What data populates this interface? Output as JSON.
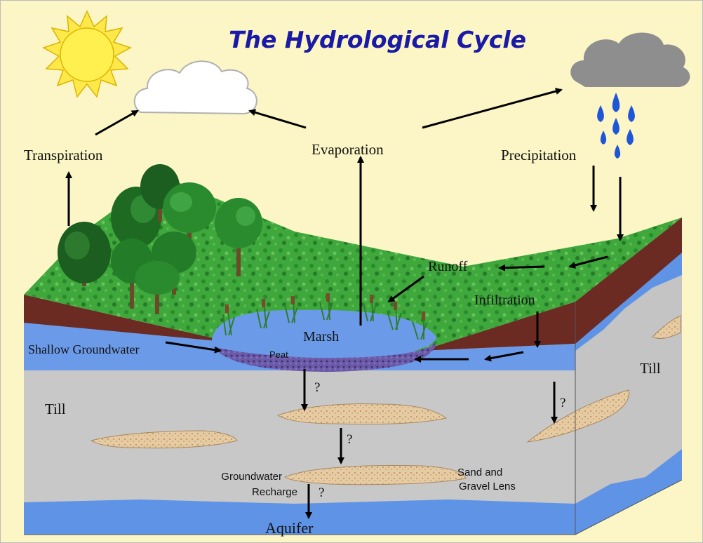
{
  "title": "The Hydrological Cycle",
  "labels": {
    "transpiration": "Transpiration",
    "evaporation": "Evaporation",
    "precipitation": "Precipitation",
    "runoff": "Runoff",
    "infiltration": "Infiltration",
    "marsh": "Marsh",
    "peat": "Peat",
    "shallow_groundwater": "Shallow Groundwater",
    "till_left": "Till",
    "till_right": "Till",
    "groundwater_recharge_line1": "Groundwater",
    "groundwater_recharge_line2": "Recharge",
    "sand_gravel_line1": "Sand and",
    "sand_gravel_line2": "Gravel Lens",
    "aquifer": "Aquifer",
    "question_mark": "?"
  },
  "colors": {
    "background": "#fcf6c6",
    "title": "#1a1aa6",
    "grass": "#3aa83a",
    "soil": "#6b2a22",
    "water": "#5f93e6",
    "till": "#c8c8c8",
    "sand": "#e3c79b",
    "peat": "#5a4a9a",
    "rain": "#1f56d8",
    "sun": "#ffe84a",
    "cloud_gray": "#8e8e8e"
  },
  "icons": [
    "sun-icon",
    "white-cloud-icon",
    "rain-cloud-icon",
    "raindrop-icon",
    "tree-icon",
    "cattail-icon"
  ]
}
